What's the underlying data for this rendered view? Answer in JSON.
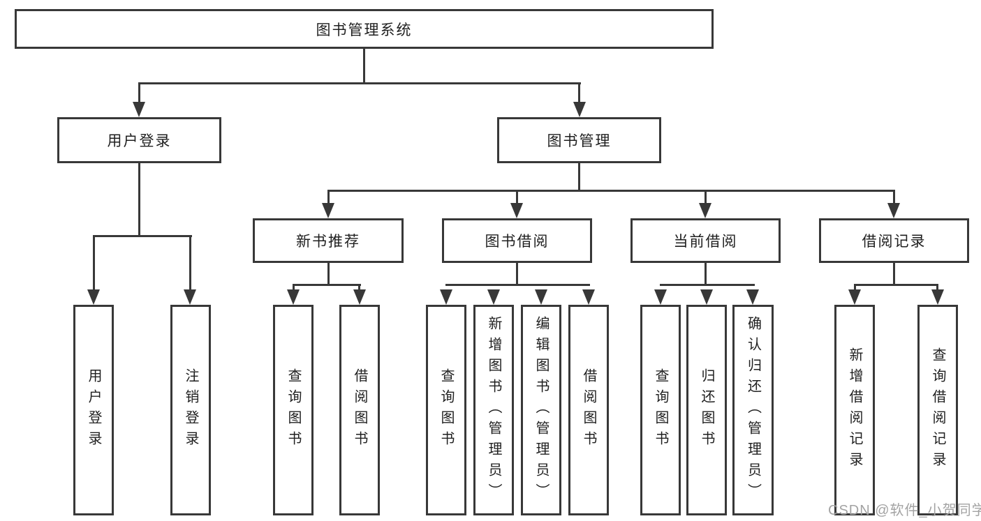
{
  "colors": {
    "line": "#383838",
    "box_border": "#383838",
    "text": "#1f1f1f",
    "watermark": "#a3a3a3",
    "background": "#ffffff"
  },
  "tree": {
    "root": {
      "label": "图书管理系统"
    },
    "branches": [
      {
        "label": "用户登录",
        "leaves": [
          {
            "label": "用户登录"
          },
          {
            "label": "注销登录"
          }
        ]
      },
      {
        "label": "图书管理",
        "sections": [
          {
            "label": "新书推荐",
            "leaves": [
              {
                "label": "查询图书"
              },
              {
                "label": "借阅图书"
              }
            ]
          },
          {
            "label": "图书借阅",
            "leaves": [
              {
                "label": "查询图书"
              },
              {
                "label": "新增图书（管理员）"
              },
              {
                "label": "编辑图书（管理员）"
              },
              {
                "label": "借阅图书"
              }
            ]
          },
          {
            "label": "当前借阅",
            "leaves": [
              {
                "label": "查询图书"
              },
              {
                "label": "归还图书"
              },
              {
                "label": "确认归还（管理员）"
              }
            ]
          },
          {
            "label": "借阅记录",
            "leaves": [
              {
                "label": "新增借阅记录"
              },
              {
                "label": "查询借阅记录"
              }
            ]
          }
        ]
      }
    ]
  },
  "watermark": {
    "text": "CSDN @软件_小贺同学"
  }
}
